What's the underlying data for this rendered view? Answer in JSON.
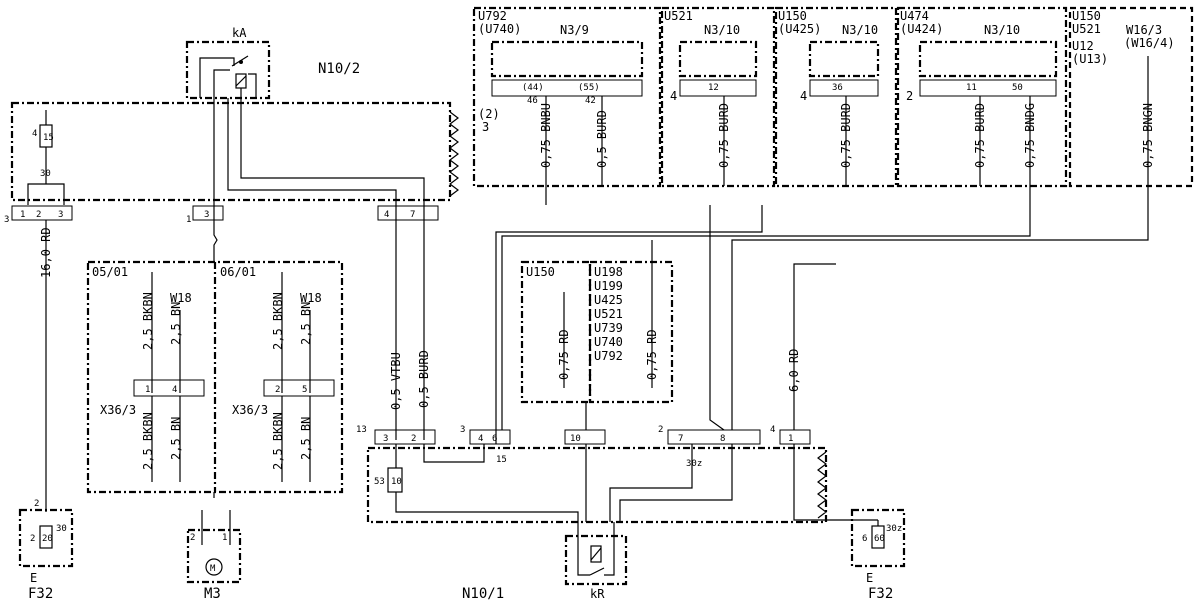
{
  "modules": {
    "n10_2": {
      "name": "N10/2",
      "relay": "kA"
    },
    "n10_1": {
      "name": "N10/1",
      "relay": "kR"
    },
    "m3": {
      "name": "M3"
    },
    "f32_left": {
      "name": "F32",
      "letter": "E",
      "fuse": "20",
      "pin_top": "2",
      "pin_side": "2",
      "term": "30"
    },
    "f32_right": {
      "name": "F32",
      "letter": "E",
      "fuse": "60",
      "pin_side": "6",
      "term": "30z"
    },
    "n3_9": {
      "codes": [
        "U792",
        "(U740)"
      ],
      "name": "N3/9",
      "pin_a_top": "(44)",
      "pin_a": "46",
      "pin_b_top": "(55)",
      "pin_b": "42",
      "side_a": "(2)",
      "side_b": "3"
    },
    "n3_10_a": {
      "codes": [
        "U521"
      ],
      "name": "N3/10",
      "side": "4",
      "pin": "12"
    },
    "n3_10_b": {
      "codes": [
        "U150",
        "(U425)"
      ],
      "name": "N3/10",
      "side": "4",
      "pin": "36"
    },
    "n3_10_c": {
      "codes": [
        "U474",
        "(U424)"
      ],
      "name": "N3/10",
      "side": "2",
      "pin_a": "11",
      "pin_b": "50"
    },
    "w16": {
      "codes": [
        "U150",
        "U521",
        "U12",
        "(U13)"
      ],
      "name": "W16/3",
      "alt": "(W16/4)"
    },
    "variant_u150": {
      "code": "U150"
    },
    "variant_list": {
      "codes": [
        "U198",
        "U199",
        "U425",
        "U521",
        "U739",
        "U740",
        "U792"
      ]
    },
    "variant_05": {
      "label": "05/01",
      "ground": "W18",
      "connector": "X36/3",
      "pin_a": "1",
      "pin_b": "4"
    },
    "variant_06": {
      "label": "06/01",
      "ground": "W18",
      "connector": "X36/3",
      "pin_a": "2",
      "pin_b": "5"
    }
  },
  "wires": {
    "rd16": "16,0 RD",
    "bnbu": "0,75 BNBU",
    "burd05": "0,5 BURD",
    "burd075": "0,75 BURD",
    "bndg": "0,75 BNDG",
    "bngn": "0,75 BNGN",
    "vtbu": "0,5 VTBU",
    "rd075": "0,75 RD",
    "rd6": "6,0 RD",
    "bkbn": "2,5 BKBN",
    "bn": "2,5 BN"
  },
  "connectors": {
    "n10_2_left": {
      "id": "3",
      "pins": [
        "1",
        "2",
        "3"
      ]
    },
    "n10_2_mid": {
      "id": "1",
      "pin": "3"
    },
    "n10_2_right": {
      "pins": [
        "4",
        "7"
      ]
    },
    "n10_2_fuse": {
      "pin": "4",
      "value": "15",
      "term": "30"
    },
    "n10_1_a": {
      "id": "13",
      "pins": [
        "3",
        "2"
      ]
    },
    "n10_1_b": {
      "id": "3",
      "pins": [
        "4",
        "6"
      ],
      "term": "15"
    },
    "n10_1_c": {
      "pin": "10"
    },
    "n10_1_d": {
      "id": "2",
      "pins": [
        "7",
        "8"
      ],
      "term": "30z"
    },
    "n10_1_e": {
      "id": "4",
      "pin": "1"
    },
    "n10_1_fuse": {
      "value": "10",
      "pin": "53"
    },
    "m3_pins": [
      "2",
      "1"
    ]
  }
}
